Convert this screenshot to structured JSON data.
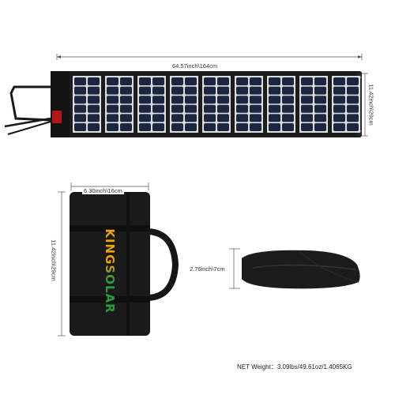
{
  "dimensions": {
    "unfolded_length": "64.57inch\\164cm",
    "unfolded_height": "11.42inch\\29cm",
    "folded_width": "6.30inch\\16cm",
    "folded_height": "11.42inch\\29cm",
    "folded_thickness": "2.76inch\\7cm"
  },
  "brand": {
    "name": "KINGSOLAR"
  },
  "weight": {
    "label": "NET Weight：",
    "value": "3.09lbs/49.61oz/1.4065KG"
  },
  "colors": {
    "panel_body": "#1c1c1c",
    "cell": "#1b2740",
    "cell_border": "#e8e8e8",
    "brand_orange": "#e8a21a",
    "brand_green": "#2f9a3c",
    "dim_line": "#555555"
  }
}
